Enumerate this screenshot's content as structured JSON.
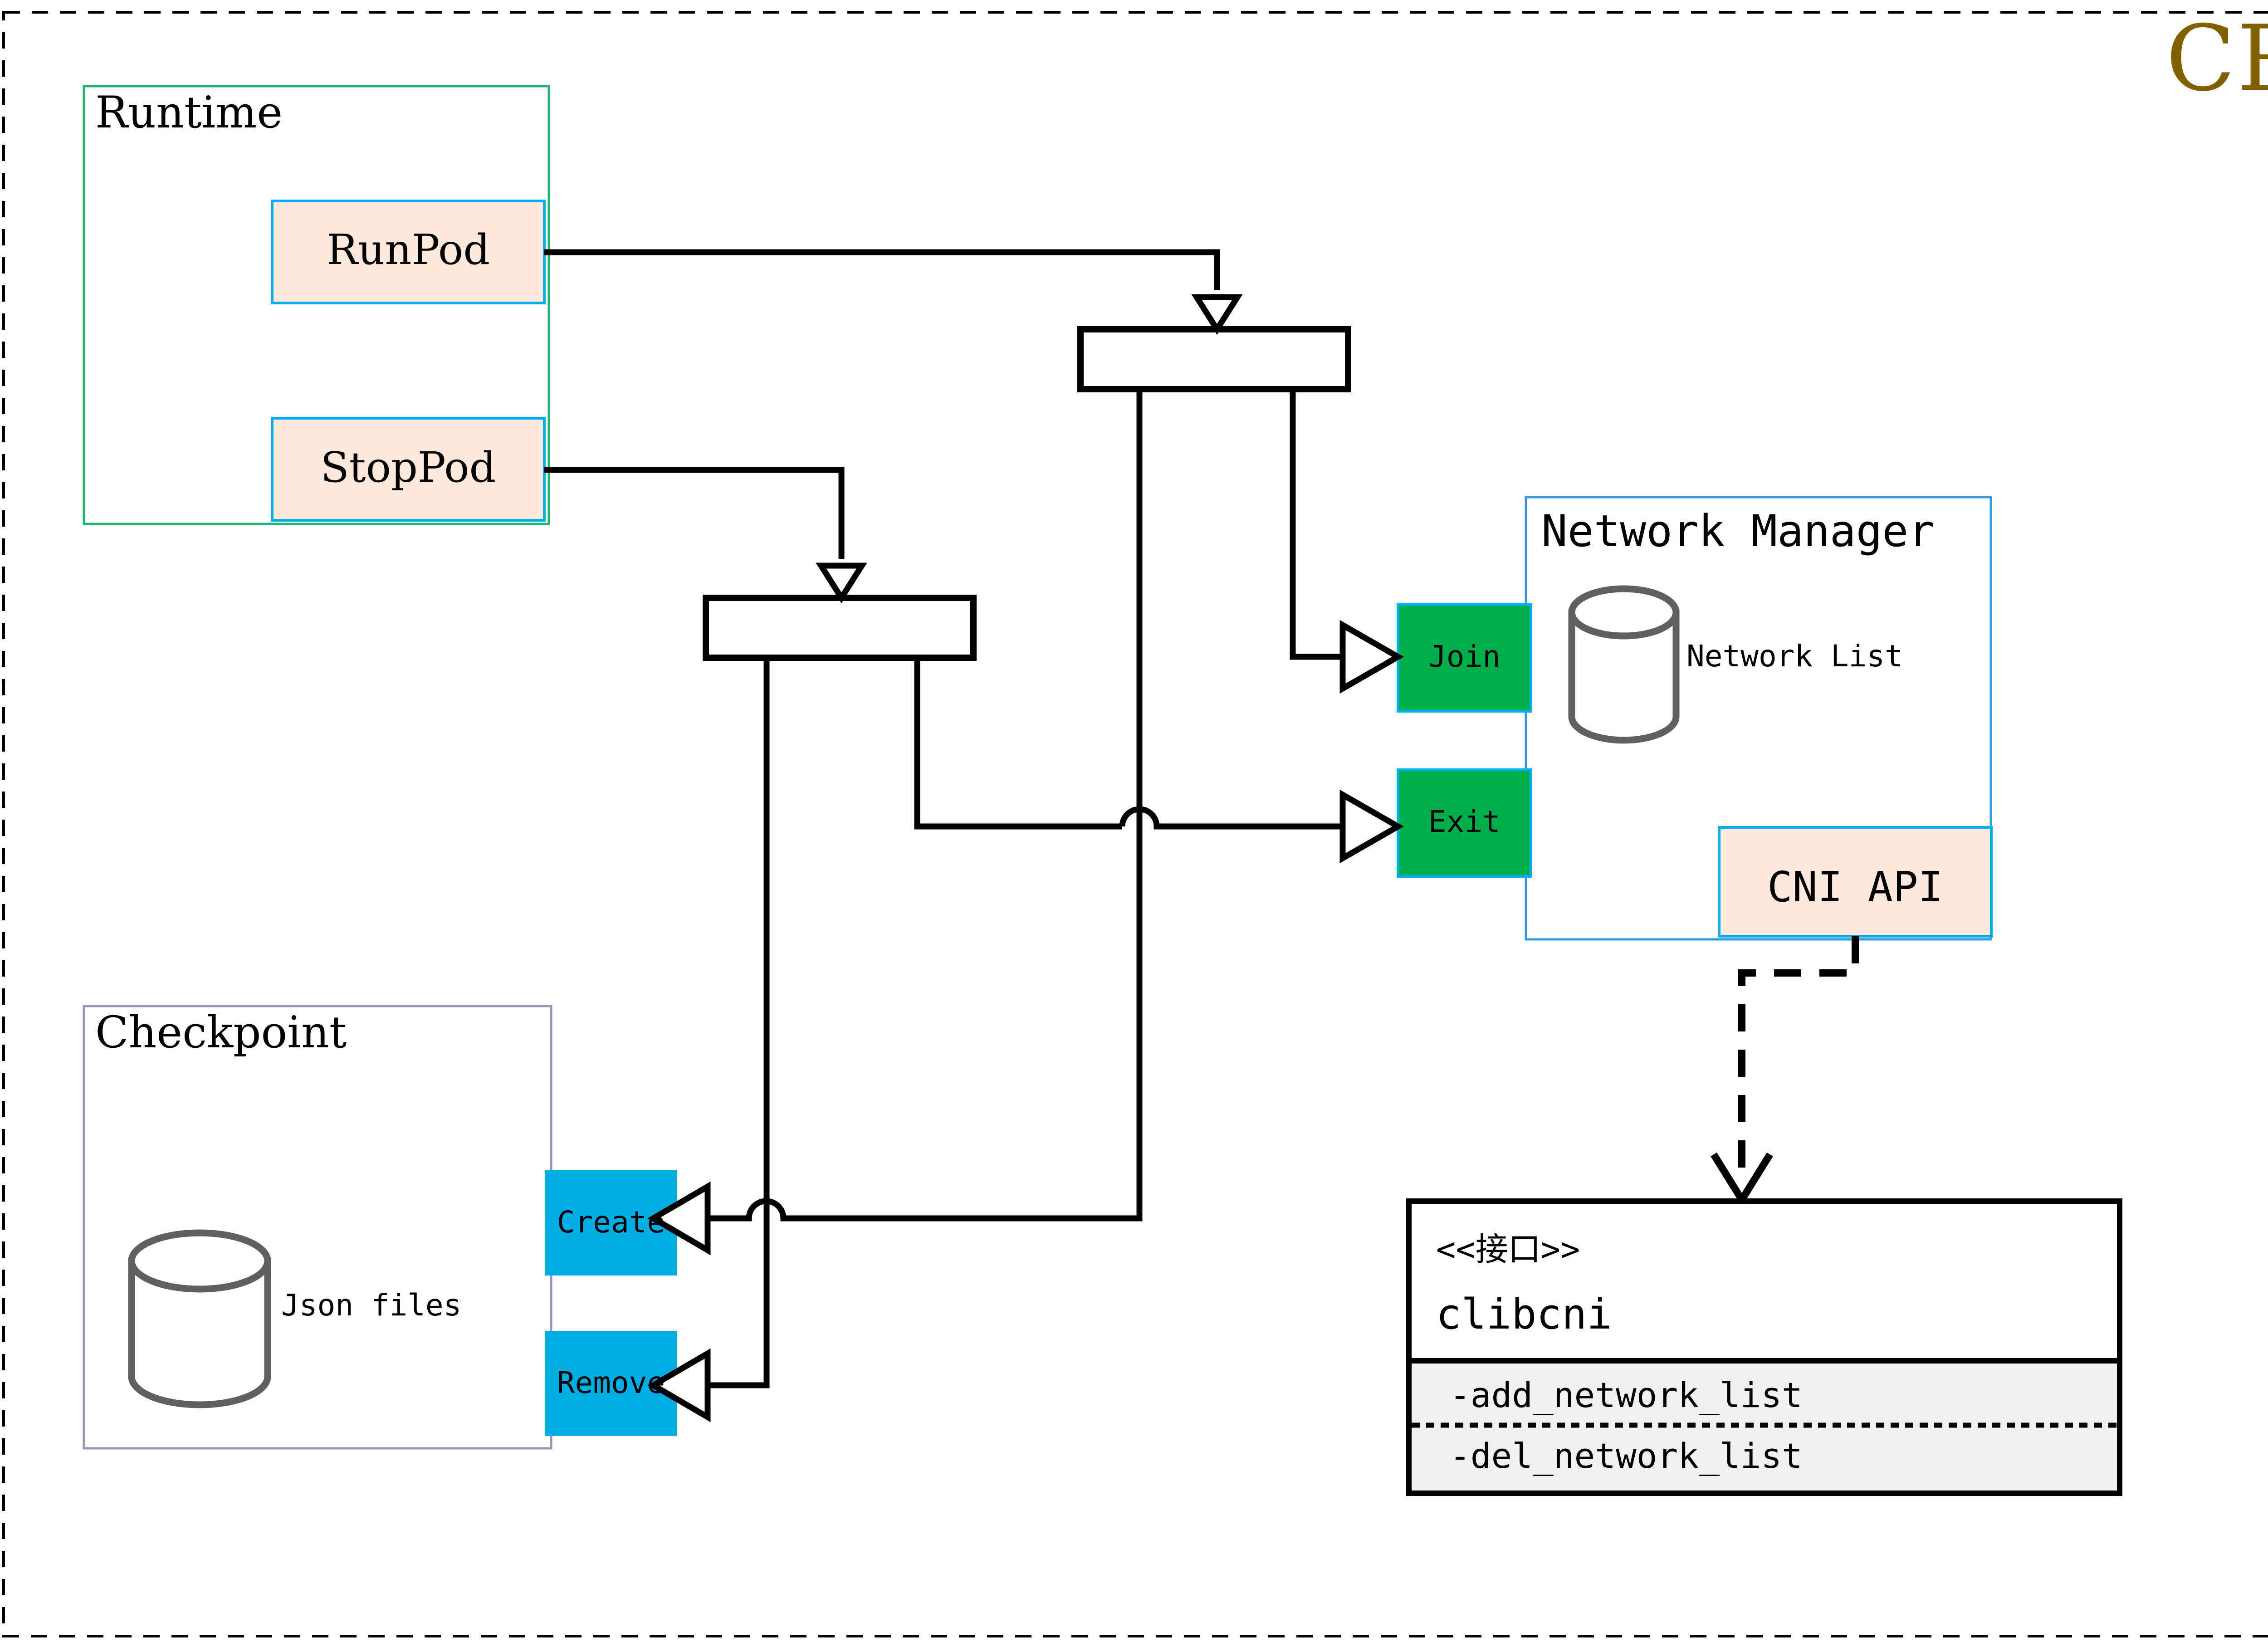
{
  "diagram": {
    "title": "CRI",
    "title_color": "#806000",
    "outer_border_style": "dashed",
    "background": "#ffffff"
  },
  "groups": {
    "runtime": {
      "label": "Runtime",
      "border_color": "#22b573",
      "methods": [
        {
          "label": "RunPod",
          "fill": "#fce8dc",
          "border": "#00aeef"
        },
        {
          "label": "StopPod",
          "fill": "#fce8dc",
          "border": "#00aeef"
        }
      ]
    },
    "checkpoint": {
      "label": "Checkpoint",
      "border_color": "#9f93b8",
      "store_label": "Json files",
      "store_icon": "cylinder-database-icon",
      "actions": [
        {
          "label": "Create",
          "fill": "#00aee6"
        },
        {
          "label": "Remove",
          "fill": "#00aee6"
        }
      ]
    },
    "network_manager": {
      "label": "Network Manager",
      "border_color": "#3399dd",
      "store_label": "Network List",
      "store_icon": "cylinder-database-icon",
      "ports": [
        {
          "label": "Join",
          "fill": "#00ae4d",
          "border": "#00aeef"
        },
        {
          "label": "Exit",
          "fill": "#00ae4d",
          "border": "#00aeef"
        }
      ],
      "api_box": {
        "label": "CNI API",
        "fill": "#fce8dc",
        "border": "#00aeef"
      }
    }
  },
  "interface": {
    "stereotype": "<<接口>>",
    "name": "clibcni",
    "methods_fill": "#f0f0f0",
    "methods": [
      "-add_network_list",
      "-del_network_list"
    ]
  },
  "fork_bars": [
    {
      "name": "runpod-fork-bar"
    },
    {
      "name": "stoppod-fork-bar"
    }
  ],
  "connectors": {
    "dashed_realization": "CNI API realizes clibcni"
  }
}
